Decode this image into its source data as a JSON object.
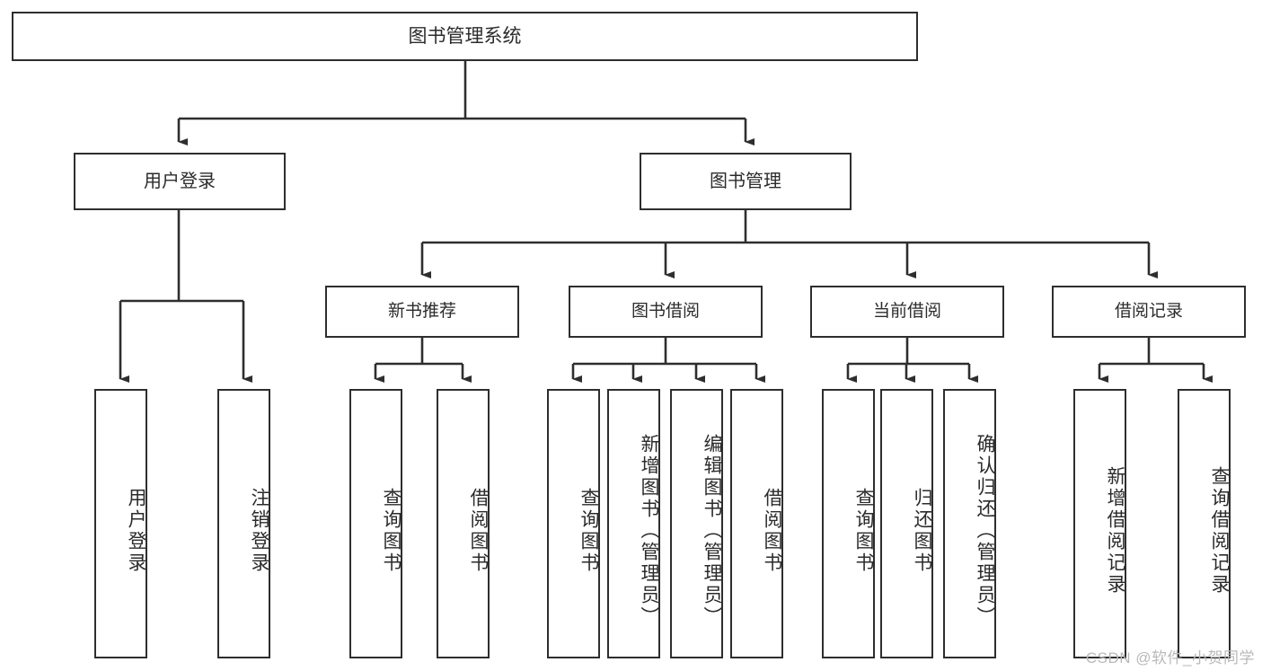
{
  "diagram": {
    "type": "tree",
    "title": "图书管理系统",
    "root": {
      "label": "图书管理系统"
    },
    "level2": [
      {
        "label": "用户登录"
      },
      {
        "label": "图书管理"
      }
    ],
    "level3": [
      {
        "label": "新书推荐"
      },
      {
        "label": "图书借阅"
      },
      {
        "label": "当前借阅"
      },
      {
        "label": "借阅记录"
      }
    ],
    "leaves": {
      "user_login": [
        {
          "label": "用户登录"
        },
        {
          "label": "注销登录"
        }
      ],
      "new_book_recommend": [
        {
          "label": "查询图书"
        },
        {
          "label": "借阅图书"
        }
      ],
      "book_borrow": [
        {
          "label": "查询图书"
        },
        {
          "label": "新增图书（管理员）"
        },
        {
          "label": "编辑图书（管理员）"
        },
        {
          "label": "借阅图书"
        }
      ],
      "current_borrow": [
        {
          "label": "查询图书"
        },
        {
          "label": "归还图书"
        },
        {
          "label": "确认归还（管理员）"
        }
      ],
      "borrow_record": [
        {
          "label": "新增借阅记录"
        },
        {
          "label": "查询借阅记录"
        }
      ]
    },
    "colors": {
      "box_stroke": "#2e2e2e",
      "box_fill": "#ffffff",
      "text": "#2b2b2b",
      "edge": "#2e2e2e",
      "watermark": "#b9b9b9"
    }
  },
  "watermark": {
    "text": "CSDN @软件_小贺同学"
  }
}
